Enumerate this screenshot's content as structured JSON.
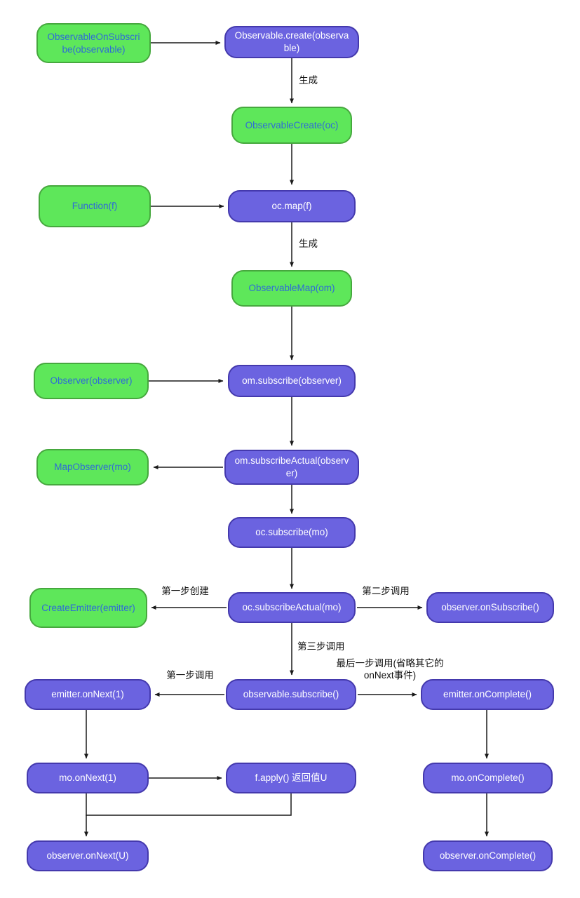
{
  "colors": {
    "green_fill": "#5ee75a",
    "green_border": "#46a83e",
    "green_text": "#2f6bd7",
    "purple_fill": "#6b63e0",
    "purple_border": "#4439ad",
    "purple_text": "#ffffff",
    "arrow": "#1a1a1a",
    "label_text": "#111111"
  },
  "diagram": {
    "nodes": {
      "observableOnSubscribe": "ObservableOnSubscribe(observable)",
      "observableCreateCall": "Observable.create(observable)",
      "observableCreateObj": "ObservableCreate(oc)",
      "functionF": "Function(f)",
      "ocMap": "oc.map(f)",
      "observableMap": "ObservableMap(om)",
      "observerObserver": "Observer(observer)",
      "omSubscribe": "om.subscribe(observer)",
      "omSubscribeActual": "om.subscribeActual(observer)",
      "mapObserver": "MapObserver(mo)",
      "ocSubscribe": "oc.subscribe(mo)",
      "ocSubscribeActual": "oc.subscribeActual(mo)",
      "createEmitter": "CreateEmitter(emitter)",
      "observerOnSubscribe": "observer.onSubscribe()",
      "observableSubscribe": "observable.subscribe()",
      "emitterOnNext": "emitter.onNext(1)",
      "emitterOnComplete": "emitter.onComplete()",
      "moOnNext": "mo.onNext(1)",
      "fApply": "f.apply() 返回值U",
      "moOnComplete": "mo.onComplete()",
      "observerOnNext": "observer.onNext(U)",
      "observerOnComplete": "observer.onComplete()"
    },
    "edge_labels": {
      "generate1": "生成",
      "generate2": "生成",
      "step1_create": "第一步创建",
      "step2_call": "第二步调用",
      "step3_call": "第三步调用",
      "first_step_call": "第一步调用",
      "last_step_call": "最后一步调用(省略其它的onNext事件)"
    }
  }
}
